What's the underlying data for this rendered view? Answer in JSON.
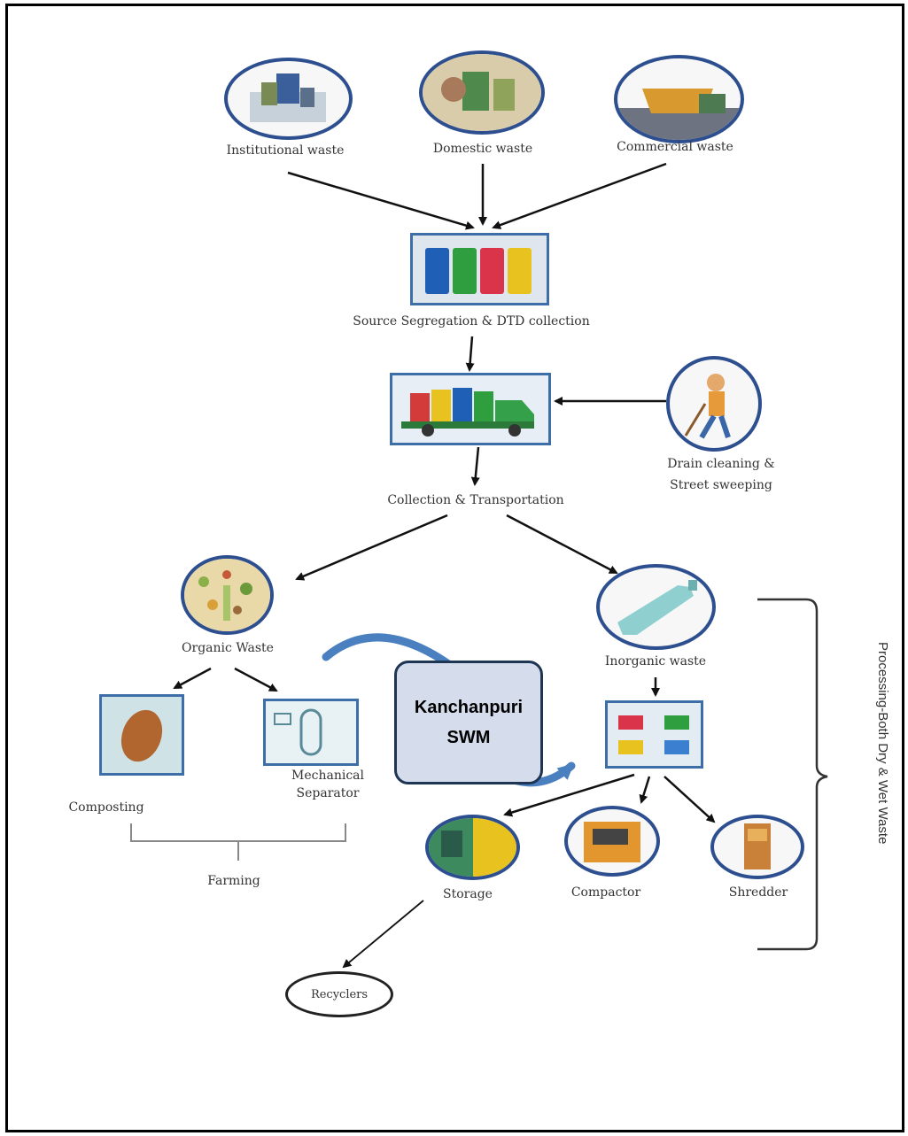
{
  "diagram": {
    "central": {
      "line1": "Kanchanpuri",
      "line2": "SWM"
    },
    "sources": {
      "institutional": "Institutional waste",
      "domestic": "Domestic waste",
      "commercial": "Commercial waste"
    },
    "segregation": "Source Segregation & DTD collection",
    "transport": "Collection & Transportation",
    "drain": {
      "line1": "Drain cleaning &",
      "line2": "Street sweeping"
    },
    "organic": "Organic Waste",
    "inorganic": "Inorganic waste",
    "composting": "Composting",
    "mechanical": {
      "line1": "Mechanical",
      "line2": "Separator"
    },
    "farming": "Farming",
    "storage": "Storage",
    "compactor": "Compactor",
    "shredder": "Shredder",
    "recyclers": "Recyclers",
    "processing": "Processing-Both Dry & Wet Waste"
  },
  "colors": {
    "node_border": "#2d4f8f",
    "box_border": "#3d6ea8",
    "central_fill": "#d5dceb",
    "cycle_arrow": "#4a7fc0",
    "bin_blue": "#1f5fb5",
    "bin_green": "#2e9e3e",
    "bin_red": "#d9344a",
    "bin_yellow": "#e8c21e"
  }
}
